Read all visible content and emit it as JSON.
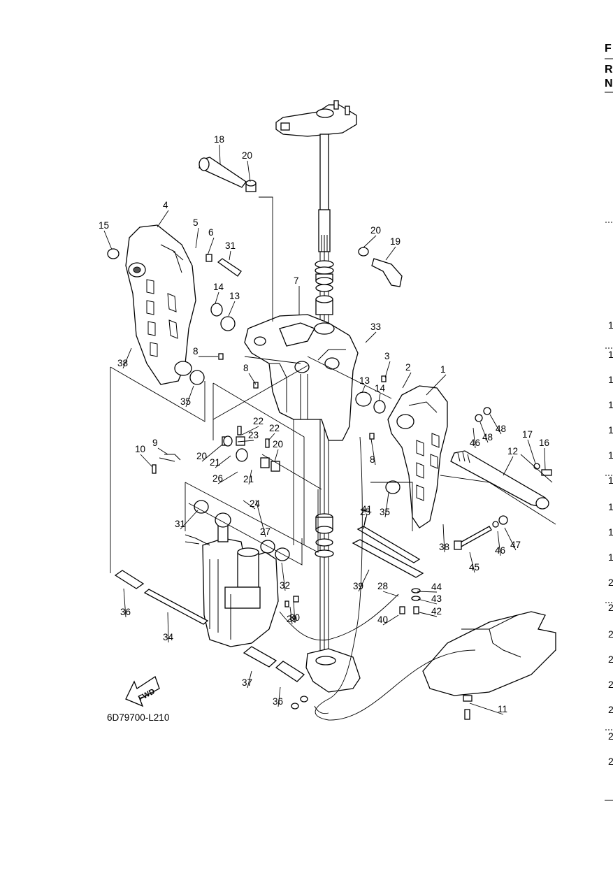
{
  "diagram": {
    "code": "6D79700-L210",
    "fwd_label": "FWD",
    "callouts": [
      "1",
      "2",
      "3",
      "4",
      "5",
      "6",
      "7",
      "8",
      "8",
      "8",
      "9",
      "10",
      "11",
      "12",
      "13",
      "13",
      "14",
      "14",
      "15",
      "16",
      "17",
      "18",
      "19",
      "20",
      "20",
      "20",
      "20",
      "21",
      "21",
      "22",
      "22",
      "23",
      "24",
      "25",
      "26",
      "27",
      "28",
      "29",
      "30",
      "31",
      "31",
      "32",
      "33",
      "34",
      "35",
      "35",
      "36",
      "36",
      "37",
      "38",
      "38",
      "39",
      "40",
      "41",
      "42",
      "43",
      "44",
      "45",
      "46",
      "46",
      "47",
      "48",
      "48"
    ],
    "edge_header": [
      "F",
      "R",
      "N"
    ],
    "edge_numbers": [
      "1",
      "1",
      "1",
      "1",
      "1",
      "1",
      "1",
      "1",
      "1",
      "1",
      "2",
      "2",
      "2",
      "2",
      "2",
      "2",
      "2",
      "2"
    ]
  }
}
